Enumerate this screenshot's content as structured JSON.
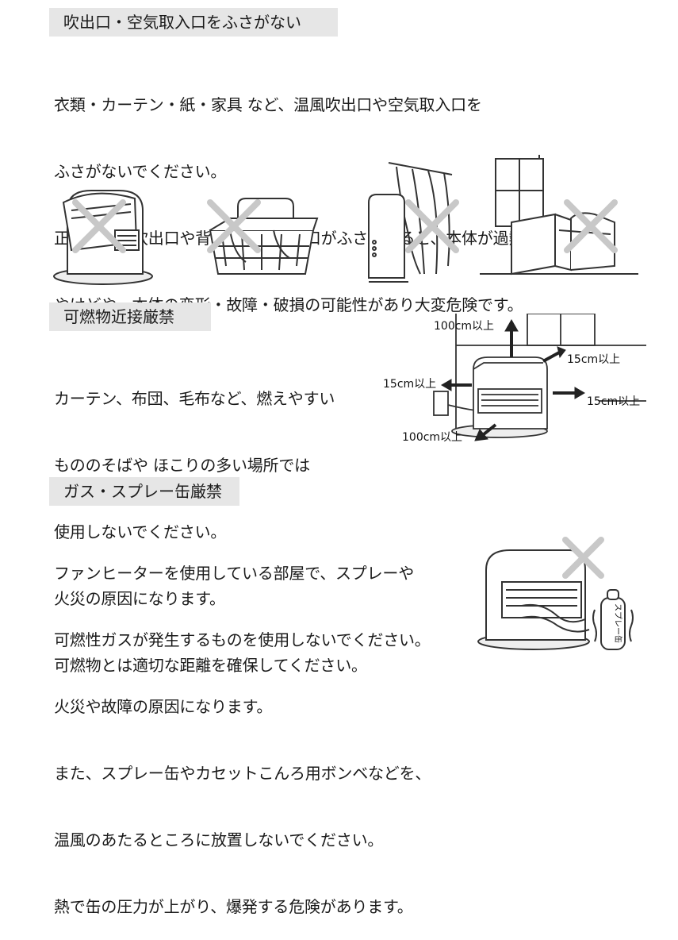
{
  "section1": {
    "heading": "吹出口・空気取入口をふさがない",
    "lines": [
      "衣類・カーテン・紙・家具 など、温風吹出口や空気取入口を",
      "ふさがないでください。",
      "正面の温風吹出口や背面の空気取入口がふさがれると、本体が過熱し",
      "やけどや、本体の変形・故障・破損の可能性があり大変危険です。"
    ]
  },
  "section2": {
    "heading": "可燃物近接厳禁",
    "lines": [
      "カーテン、布団、毛布など、燃えやすい",
      "もののそばや ほこりの多い場所では",
      "使用しないでください。",
      "火災の原因になります。",
      "可燃物とは適切な距離を確保してください。"
    ],
    "clearance": {
      "top": "100cm以上",
      "back": "15cm以上",
      "left": "15cm以上",
      "right": "15cm以上",
      "front": "100cm以上"
    }
  },
  "section3": {
    "heading": "ガス・スプレー缶厳禁",
    "lines": [
      "ファンヒーターを使用している部屋で、スプレーや",
      "可燃性ガスが発生するものを使用しないでください。",
      "火災や故障の原因になります。",
      "また、スプレー缶やカセットこんろ用ボンベなどを、",
      "温風のあたるところに放置しないでください。",
      "熱で缶の圧力が上がり、爆発する危険があります。"
    ],
    "spray_label": "スプレー缶"
  },
  "icons": [
    "prohibited-x-icon",
    "arrow-icon"
  ],
  "colors": {
    "heading_bg": "#e6e6e6",
    "x_mark": "#c8c8c8",
    "line_art": "#333333",
    "arrow": "#222222"
  }
}
